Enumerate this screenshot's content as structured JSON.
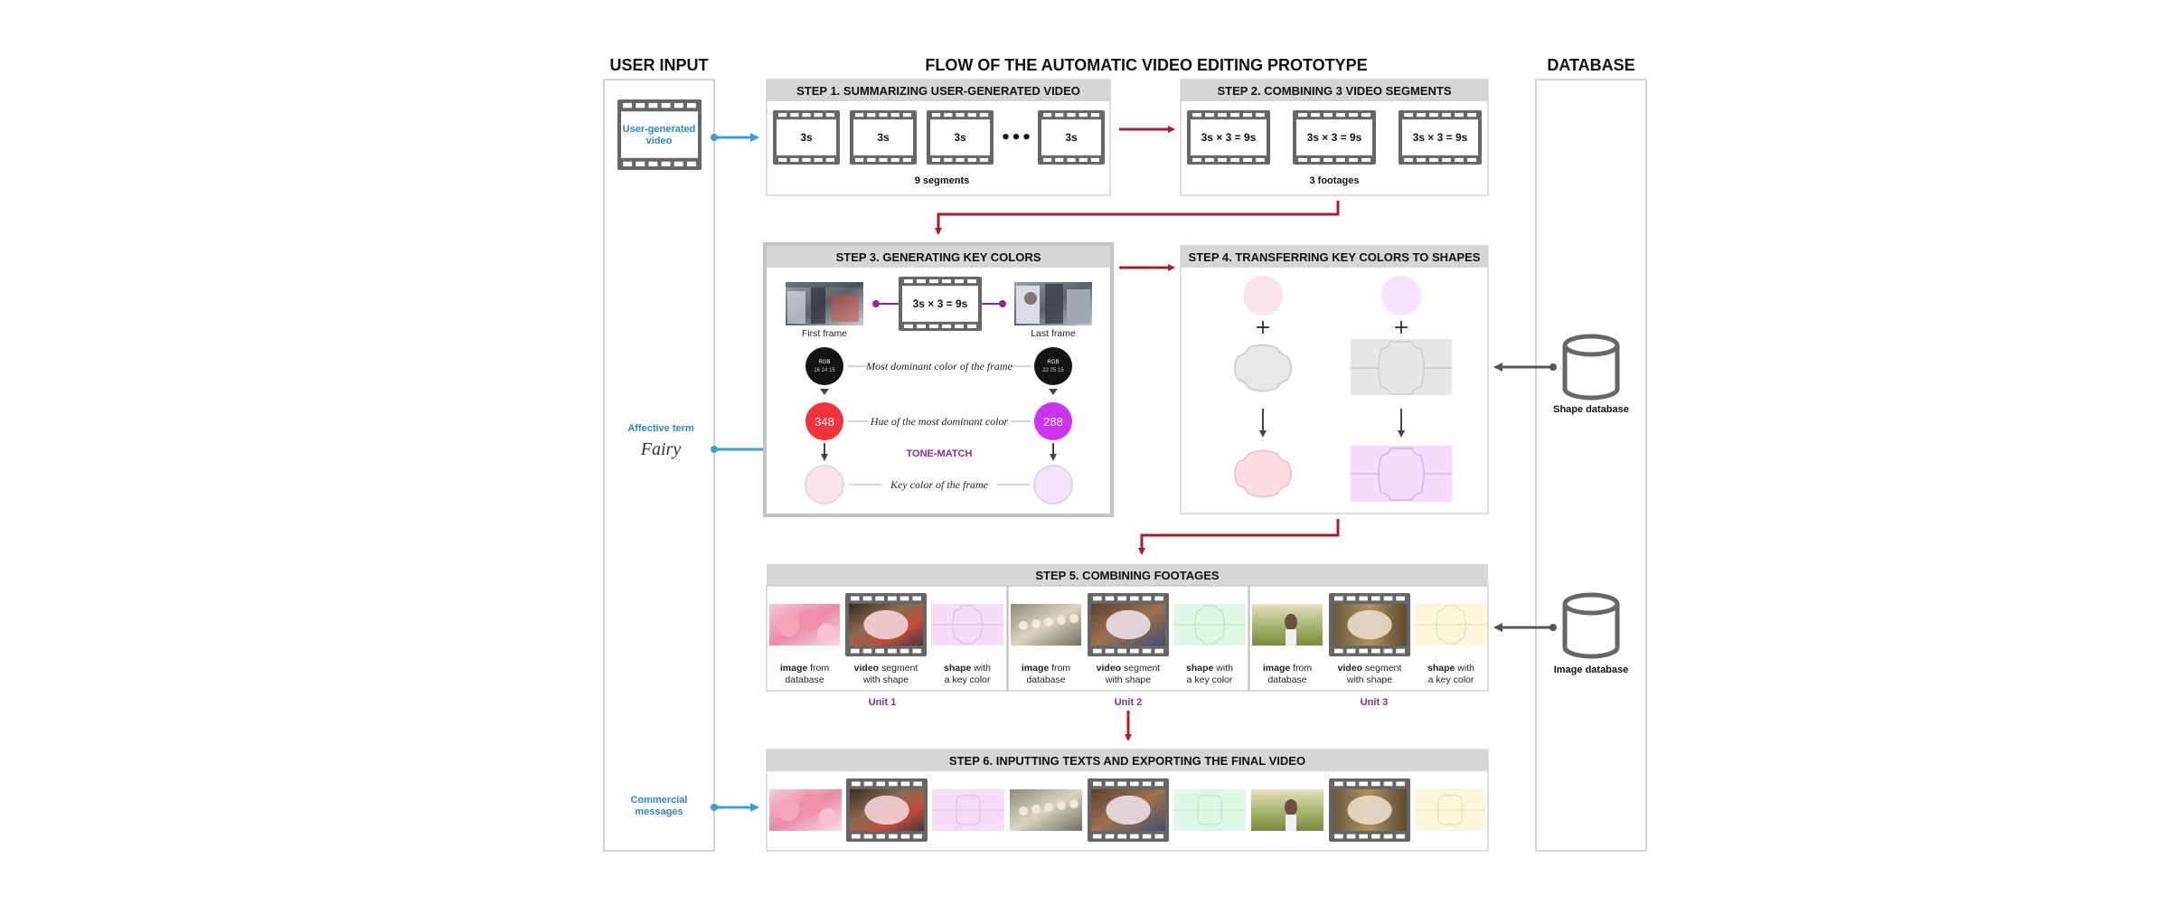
{
  "headers": {
    "user_input": "USER INPUT",
    "flow_title": "FLOW OF THE AUTOMATIC VIDEO EDITING PROTOTYPE",
    "database": "DATABASE"
  },
  "inputs": {
    "video": [
      "User-generated",
      "video"
    ],
    "affective_term": "Affective term",
    "affective_value": "Fairy",
    "commercial": [
      "Commercial",
      "messages"
    ]
  },
  "step1": {
    "title": "STEP 1. SUMMARIZING USER-GENERATED VIDEO",
    "segment_label": "3s",
    "ellipsis": "•••",
    "caption": "9 segments"
  },
  "step2": {
    "title": "STEP 2. COMBINING 3 VIDEO SEGMENTS",
    "footage_label": "3s × 3 = 9s",
    "caption": "3  footages"
  },
  "step3": {
    "title": "STEP 3. GENERATING KEY COLORS",
    "footage_label": "3s × 3 = 9s",
    "first_frame": "First frame",
    "last_frame": "Last frame",
    "rgb_left": [
      "RGB",
      "16  24  15"
    ],
    "rgb_right": [
      "RGB",
      "22  25  15"
    ],
    "dominant_text": "Most dominant color of the frame",
    "hue_text": "Hue of the most dominant color",
    "hue_left": "348",
    "hue_right": "288",
    "tone_match": "TONE-MATCH",
    "key_color_text": "Key color of the frame"
  },
  "step4": {
    "title": "STEP 4. TRANSFERRING KEY COLORS TO SHAPES",
    "plus": "+"
  },
  "step5": {
    "title": "STEP 5. COMBINING FOOTAGES",
    "image_caption": [
      "image",
      " from",
      "database"
    ],
    "video_caption": [
      "video",
      " segment",
      "with shape"
    ],
    "shape_caption": [
      "shape",
      " with",
      "a key color"
    ],
    "units": [
      "Unit 1",
      "Unit 2",
      "Unit 3"
    ]
  },
  "step6": {
    "title": "STEP 6. INPUTTING TEXTS AND EXPORTING THE FINAL VIDEO"
  },
  "databases": {
    "shape": "Shape database",
    "image": "Image database"
  },
  "colors": {
    "blue_arrow": "#3a9fd6",
    "red_arrow": "#a81e2d",
    "frame_gray": "#666666",
    "hue_red": "#f0323c",
    "hue_purple": "#cc33ee",
    "key_pink": "#fbe3ea",
    "key_lavender": "#f4e3fb",
    "connector_purple": "#8e2b8e"
  }
}
